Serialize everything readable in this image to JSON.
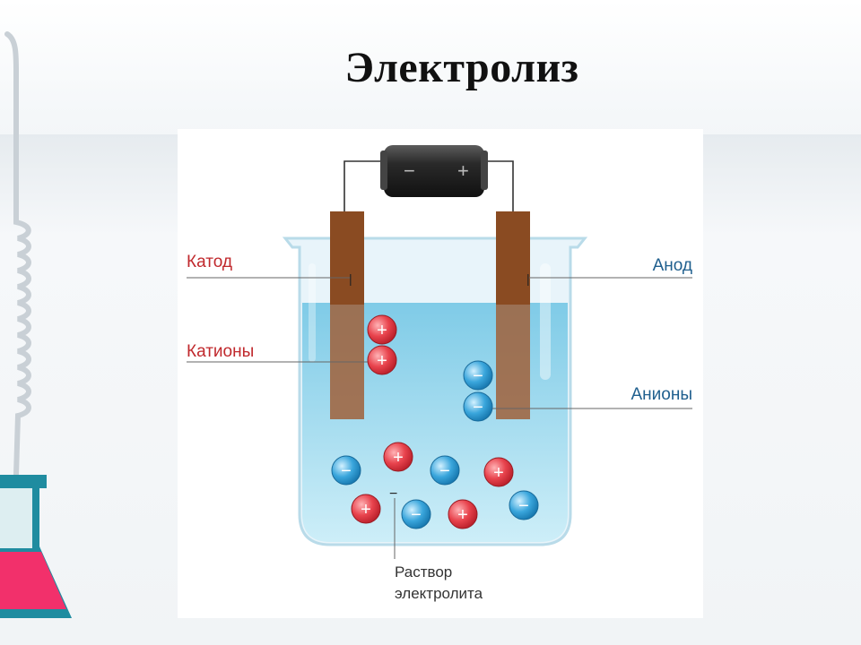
{
  "slide": {
    "title": "Электролиз"
  },
  "diagram": {
    "labels": {
      "cathode": "Катод",
      "anode": "Анод",
      "cations": "Катионы",
      "anions": "Анионы",
      "solution_line1": "Раствор",
      "solution_line2": "электролита"
    },
    "battery": {
      "minus": "−",
      "plus": "+"
    },
    "electrode_marks": {
      "cathode_sign": "|",
      "anode_sign": "|",
      "solution_sign": "−"
    },
    "colors": {
      "cation": "#e8434d",
      "anion": "#3aa6dc",
      "electrode": "#8a4b22",
      "electrolyte": "#8fd1ea",
      "cathode_label": "#c0282c",
      "anode_label": "#1f5f8e"
    }
  }
}
